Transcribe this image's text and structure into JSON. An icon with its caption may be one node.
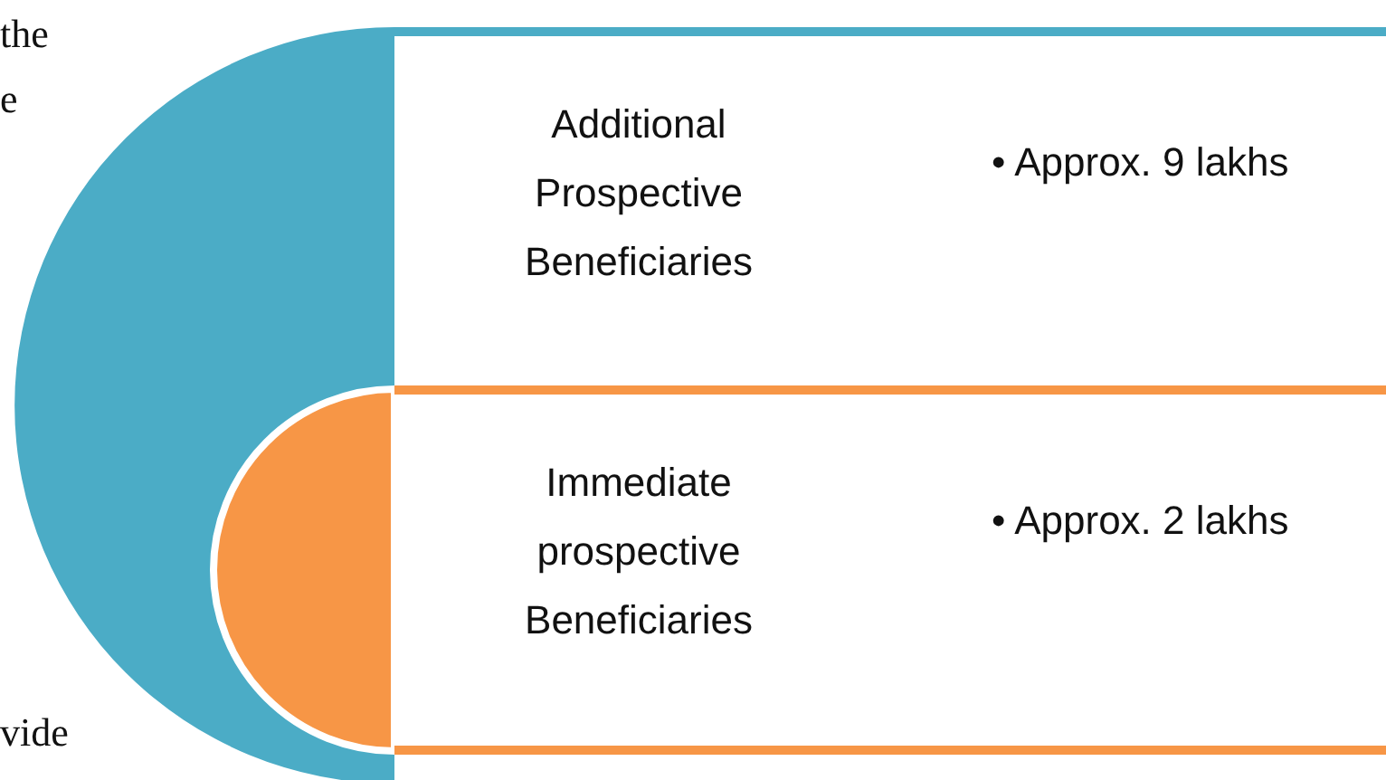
{
  "diagram": {
    "nodes": [
      {
        "text": [],
        "shape": "semicircle"
      },
      {
        "text": [
          "Additional Prospective Beneficiaries",
          "• Approx. 9 lakhs"
        ]
      },
      {
        "text": [],
        "shape": "semicircle",
        "in": 0
      },
      {
        "text": [
          "Immediate prospective Beneficiaries",
          "• Approx. 2 lakhs"
        ]
      }
    ],
    "labels": [
      "the",
      "e",
      "vide"
    ]
  }
}
